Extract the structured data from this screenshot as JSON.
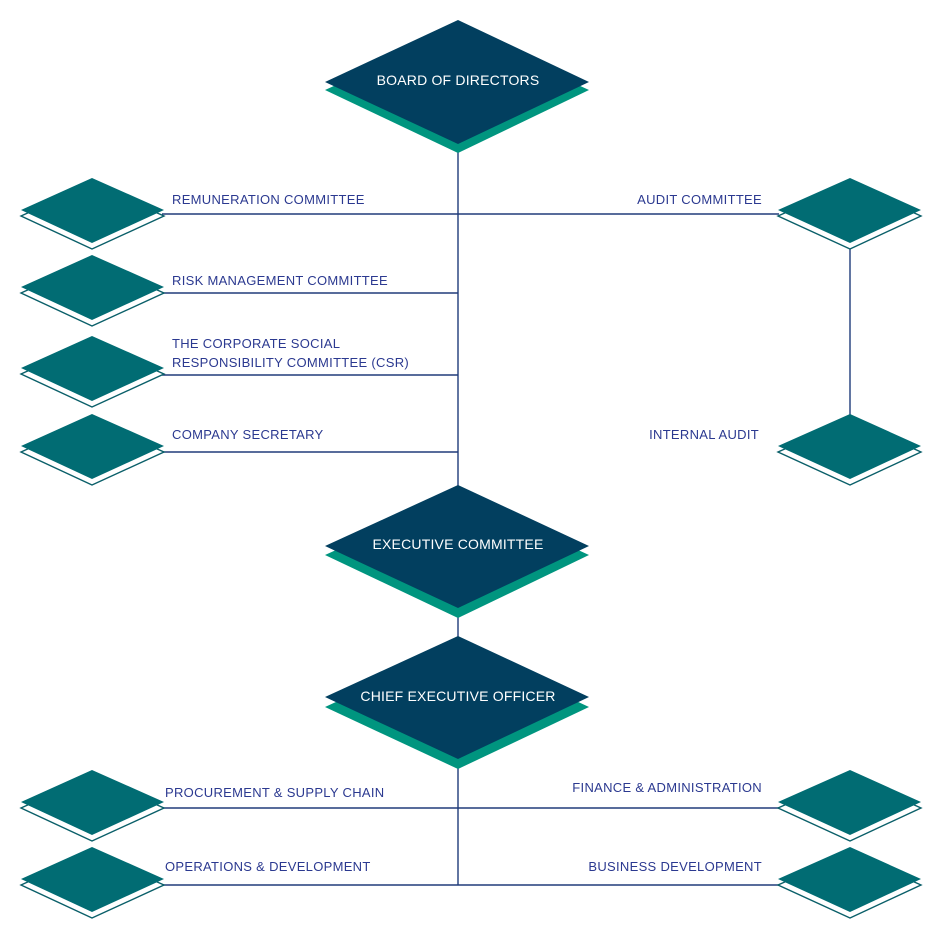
{
  "colors": {
    "main_diamond": "#023f5f",
    "main_shadow": "#00957f",
    "small_diamond": "#016c73",
    "small_outline": "#0a5f69",
    "line": "#203c7a",
    "label": "#2b3990"
  },
  "nodes": {
    "board": "BOARD OF DIRECTORS",
    "executive": "EXECUTIVE COMMITTEE",
    "ceo": "CHIEF EXECUTIVE  OFFICER"
  },
  "left_units": {
    "remuneration": "REMUNERATION COMMITTEE",
    "risk": "RISK MANAGEMENT COMMITTEE",
    "csr_line1": "THE CORPORATE SOCIAL",
    "csr_line2": "RESPONSIBILITY COMMITTEE (CSR)",
    "secretary": "COMPANY SECRETARY",
    "procurement": "PROCUREMENT & SUPPLY CHAIN",
    "operations": "OPERATIONS & DEVELOPMENT"
  },
  "right_units": {
    "audit_committee": "AUDIT COMMITTEE",
    "internal_audit": "INTERNAL AUDIT",
    "finance": "FINANCE & ADMINISTRATION",
    "business": "BUSINESS DEVELOPMENT"
  }
}
